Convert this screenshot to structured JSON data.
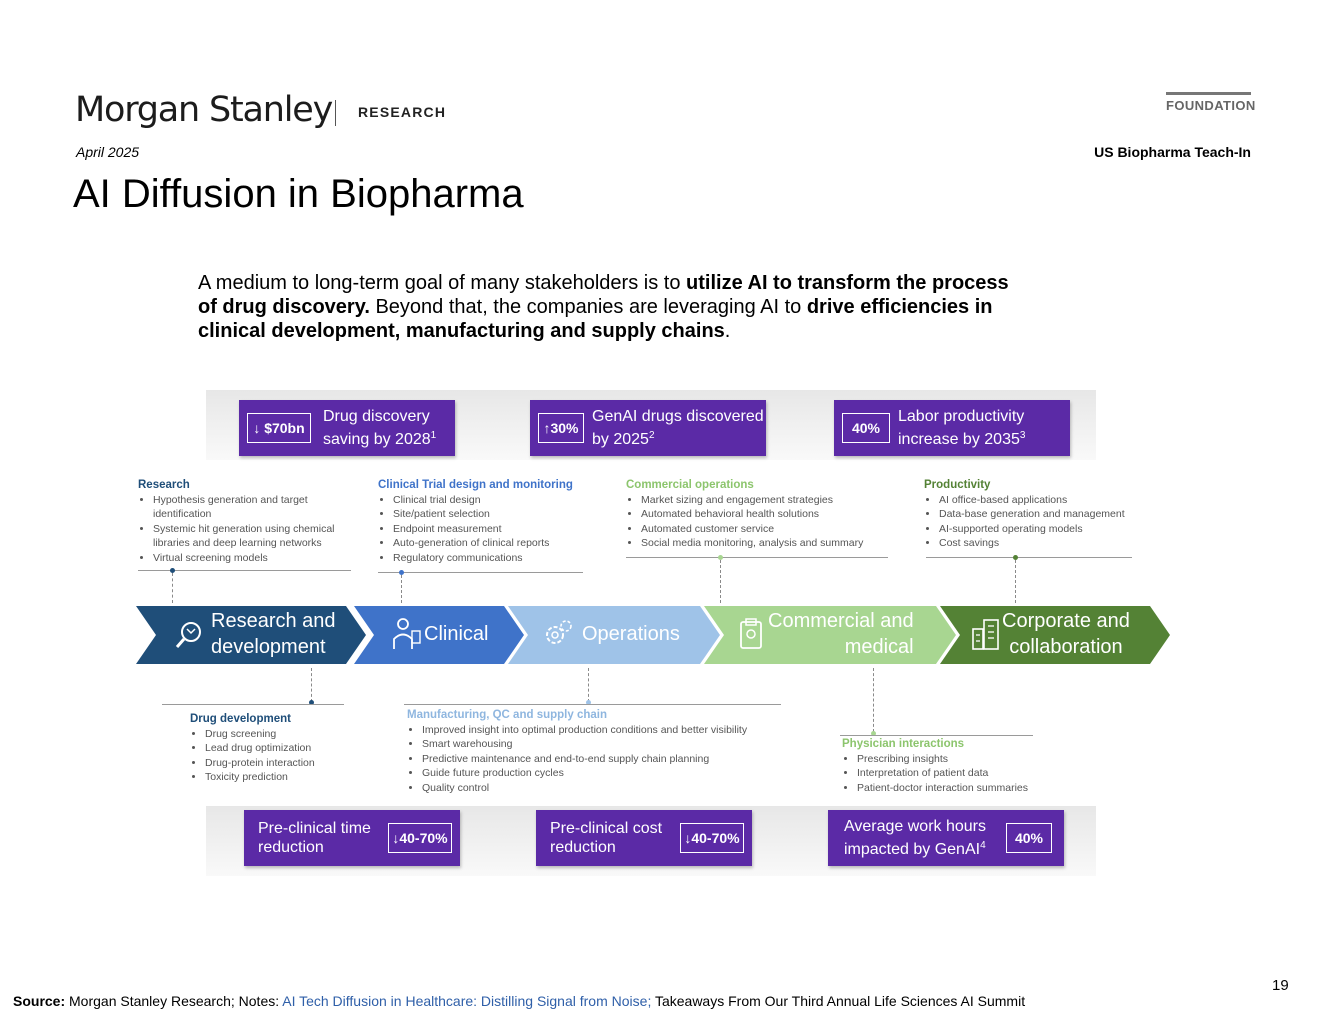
{
  "header": {
    "brand": "Morgan Stanley",
    "section": "RESEARCH",
    "foundation": "FOUNDATION",
    "date": "April 2025",
    "event": "US Biopharma Teach-In"
  },
  "title": "AI Diffusion in Biopharma",
  "intro": {
    "p1": "A medium to long-term goal of many stakeholders is to ",
    "b1": "utilize AI to transform the process of drug discovery.",
    "p2": " Beyond that, the companies are leveraging AI to ",
    "b2": "drive efficiencies in clinical development, manufacturing and supply chains",
    "p3": "."
  },
  "top_stats": [
    {
      "badge": "↓ $70bn",
      "line1": "Drug discovery",
      "line2": "saving by 2028",
      "sup": "1"
    },
    {
      "badge": "↑30%",
      "line1": "GenAI drugs discovered",
      "line2": "by 2025",
      "sup": "2"
    },
    {
      "badge": "40%",
      "line1": "Labor productivity",
      "line2": "increase by 2035",
      "sup": "3"
    }
  ],
  "top_blocks": [
    {
      "title": "Research",
      "items": [
        "Hypothesis generation and target identification",
        "Systemic hit generation using chemical libraries and deep learning networks",
        "Virtual screening models"
      ]
    },
    {
      "title": "Clinical Trial design and monitoring",
      "items": [
        "Clinical trial design",
        "Site/patient selection",
        "Endpoint measurement",
        "Auto-generation of clinical reports",
        "Regulatory communications"
      ]
    },
    {
      "title": "Commercial operations",
      "items": [
        "Market sizing and engagement strategies",
        "Automated behavioral health solutions",
        "Automated customer service",
        "Social media monitoring, analysis and summary"
      ]
    },
    {
      "title": "Productivity",
      "items": [
        "AI office-based applications",
        "Data-base generation and management",
        "AI-supported operating models",
        "Cost savings"
      ]
    }
  ],
  "chevrons": [
    {
      "line1": "Research and",
      "line2": "development",
      "color": "#1f4e79",
      "icon": "magnifier-icon"
    },
    {
      "line1": "Clinical",
      "line2": "",
      "color": "#3f73c9",
      "icon": "clinician-icon"
    },
    {
      "line1": "Operations",
      "line2": "",
      "color": "#9fc3e8",
      "icon": "gears-icon"
    },
    {
      "line1": "Commercial and",
      "line2": "medical",
      "color": "#a8d691",
      "icon": "clipboard-icon"
    },
    {
      "line1": "Corporate and",
      "line2": "collaboration",
      "color": "#548235",
      "icon": "buildings-icon"
    }
  ],
  "bottom_blocks": [
    {
      "title": "Drug development",
      "items": [
        "Drug screening",
        "Lead drug optimization",
        "Drug-protein interaction",
        "Toxicity prediction"
      ]
    },
    {
      "title": "Manufacturing, QC and supply chain",
      "items": [
        "Improved insight into optimal production conditions and better visibility",
        "Smart warehousing",
        "Predictive maintenance and end-to-end supply chain planning",
        "Guide future production cycles",
        "Quality control"
      ]
    },
    {
      "title": "Physician interactions",
      "items": [
        "Prescribing insights",
        "Interpretation of patient data",
        "Patient-doctor interaction summaries"
      ]
    }
  ],
  "bottom_stats": [
    {
      "line1": "Pre-clinical time",
      "line2": "reduction",
      "badge": "↓40-70%",
      "sup": ""
    },
    {
      "line1": "Pre-clinical cost",
      "line2": "reduction",
      "badge": "↓40-70%",
      "sup": ""
    },
    {
      "line1": "Average work hours",
      "line2": "impacted by GenAI",
      "badge": "40%",
      "sup": "4"
    }
  ],
  "colors": {
    "purple": "#5b2aa6",
    "navy": "#1f4e79",
    "blue": "#3f73c9",
    "light_blue": "#9fc3e8",
    "light_green": "#a8d691",
    "green": "#548235"
  },
  "footer": {
    "source_label": "Source:",
    "source_text": " Morgan Stanley Research; Notes: ",
    "link": "AI Tech Diffusion in Healthcare: Distilling Signal from Noise;",
    "rest": " Takeaways From Our Third Annual Life Sciences AI Summit",
    "page": "19"
  }
}
